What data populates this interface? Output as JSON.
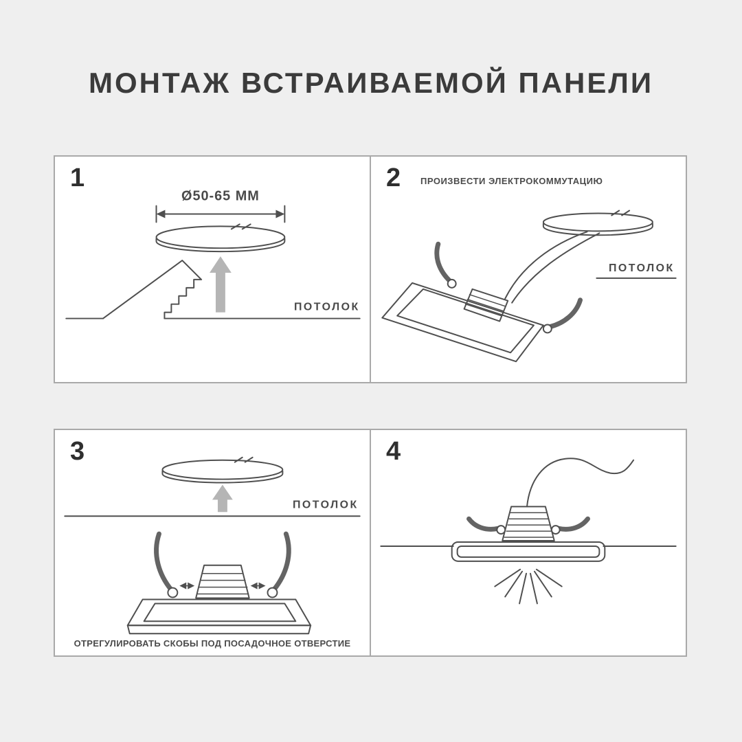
{
  "title": "МОНТАЖ ВСТРАИВАЕМОЙ ПАНЕЛИ",
  "colors": {
    "background": "#efefef",
    "panel_background": "#ffffff",
    "panel_border": "#a9a9a9",
    "line_art": "#4f4f4f",
    "arrow_fill": "#b5b5b5",
    "title_text": "#3b3b3b"
  },
  "steps": [
    {
      "number": "1",
      "dimension_label": "Ø50-65 ММ",
      "ceiling_label": "ПОТОЛОК"
    },
    {
      "number": "2",
      "instruction": "ПРОИЗВЕСТИ ЭЛЕКТРОКОММУТАЦИЮ",
      "ceiling_label": "ПОТОЛОК"
    },
    {
      "number": "3",
      "ceiling_label": "ПОТОЛОК",
      "caption": "ОТРЕГУЛИРОВАТЬ СКОБЫ ПОД ПОСАДОЧНОЕ ОТВЕРСТИЕ"
    },
    {
      "number": "4"
    }
  ]
}
